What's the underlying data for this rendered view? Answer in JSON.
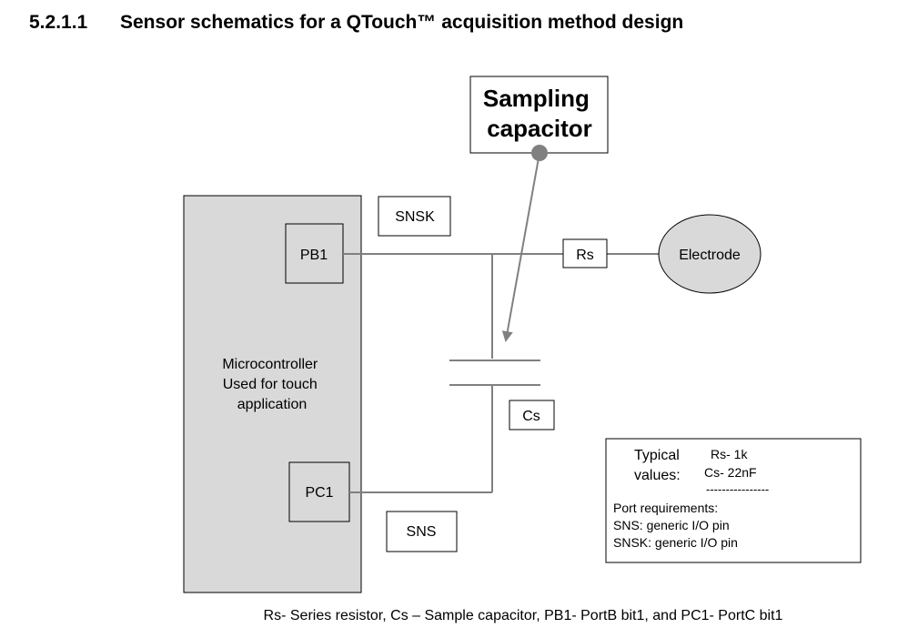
{
  "section": {
    "number": "5.2.1.1",
    "title": "Sensor schematics for a QTouch™ acquisition method design"
  },
  "diagram": {
    "sampling_capacitor": [
      "Sampling",
      "capacitor"
    ],
    "microcontroller": [
      "Microcontroller",
      "Used for touch",
      "application"
    ],
    "pins": {
      "pb1": "PB1",
      "pc1": "PC1"
    },
    "tags": {
      "snsk": "SNSK",
      "sns": "SNS"
    },
    "resistor": "Rs",
    "capacitor": "Cs",
    "electrode": "Electrode",
    "typical": {
      "title": [
        "Typical",
        "values:"
      ],
      "rs": "Rs- 1k",
      "cs": "Cs- 22nF",
      "divider": "----------------",
      "port_requirements": [
        "Port requirements:",
        "SNS: generic I/O pin",
        "SNSK: generic I/O pin"
      ]
    }
  },
  "caption": "Rs- Series resistor, Cs – Sample capacitor, PB1- PortB bit1, and PC1- PortC bit1",
  "colors": {
    "mcu_fill": "#d9d9d9",
    "electrode_fill": "#d9d9d9",
    "dot_fill": "#808080",
    "wire": "#808080"
  }
}
